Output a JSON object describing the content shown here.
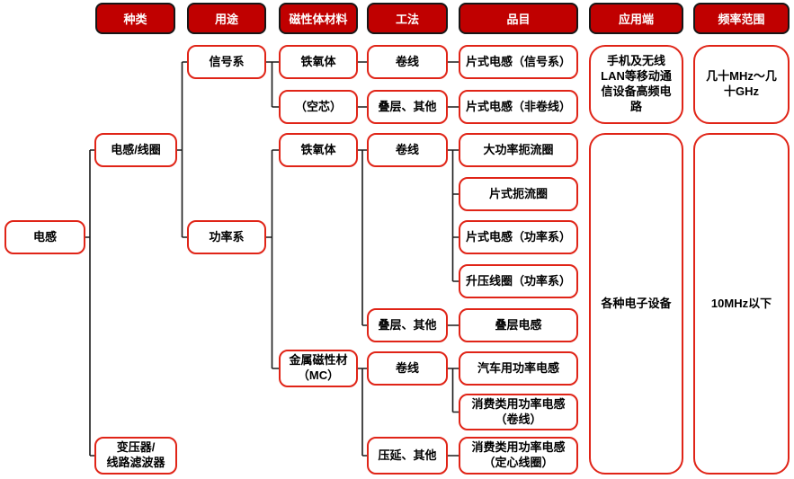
{
  "headers": [
    "种类",
    "用途",
    "磁性体材料",
    "工法",
    "品目",
    "应用端",
    "频率范围"
  ],
  "nodes": {
    "root": {
      "label": "电感"
    },
    "inductor_coil": {
      "label": "电感/线圈"
    },
    "transformer": {
      "line1": "变压器/",
      "line2": "线路滤波器"
    },
    "signal": {
      "label": "信号系"
    },
    "power": {
      "label": "功率系"
    },
    "ferrite1": {
      "label": "铁氧体"
    },
    "air_core": {
      "label": "（空芯）"
    },
    "ferrite2": {
      "label": "铁氧体"
    },
    "metal_magnetic": {
      "line1": "金属磁性材",
      "line2": "（MC）"
    },
    "wound1": {
      "label": "卷线"
    },
    "laminated1": {
      "label": "叠层、其他"
    },
    "wound2": {
      "label": "卷线"
    },
    "laminated2": {
      "label": "叠层、其他"
    },
    "wound3": {
      "label": "卷线"
    },
    "rolled": {
      "label": "压延、其他"
    },
    "item_signal_chip": {
      "label": "片式电感（信号系）"
    },
    "item_nonwound_chip": {
      "label": "片式电感（非卷线）"
    },
    "item_high_power_choke": {
      "label": "大功率扼流圈"
    },
    "item_chip_choke": {
      "label": "片式扼流圈"
    },
    "item_power_chip": {
      "label": "片式电感（功率系）"
    },
    "item_boost_coil": {
      "label": "升压线圈（功率系）"
    },
    "item_laminated_inductor": {
      "label": "叠层电感"
    },
    "item_auto_power": {
      "label": "汽车用功率电感"
    },
    "item_consumer_wound": {
      "line1": "消费类用功率电感",
      "line2": "（卷线）"
    },
    "item_consumer_core": {
      "line1": "消费类用功率电感",
      "line2": "（定心线圈）"
    },
    "app_mobile": {
      "line1": "手机及无线",
      "line2": "LAN等移动通",
      "line3": "信设备高频电",
      "line4": "路"
    },
    "app_general": {
      "label": "各种电子设备"
    },
    "freq_high": {
      "line1": "几十MHz～几",
      "line2": "十GHz"
    },
    "freq_low": {
      "label": "10MHz以下"
    }
  },
  "colors": {
    "header_bg": "#c00000",
    "header_border": "#161616",
    "node_border": "#e02417",
    "connector": "#1a1a1a",
    "text": "#000000",
    "header_text": "#ffffff"
  }
}
